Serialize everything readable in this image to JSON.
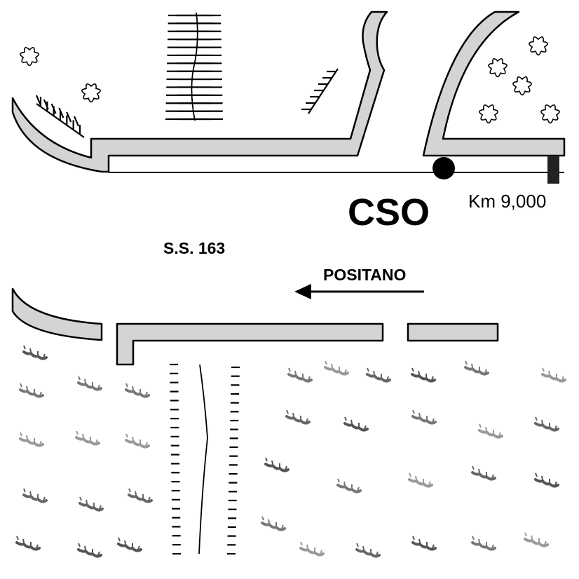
{
  "map": {
    "road_name": "S.S. 163",
    "site_code": "CSO",
    "km_marker": "Km 9,000",
    "direction_label": "POSITANO",
    "colors": {
      "background": "#ffffff",
      "curb_fill": "#d4d4d4",
      "ink": "#000000",
      "vegetation": "#777777"
    },
    "icons": [
      "shrub-icon",
      "slope-hatch-icon",
      "vegetation-icon",
      "site-dot-icon",
      "km-post-icon",
      "direction-arrow-icon"
    ]
  }
}
